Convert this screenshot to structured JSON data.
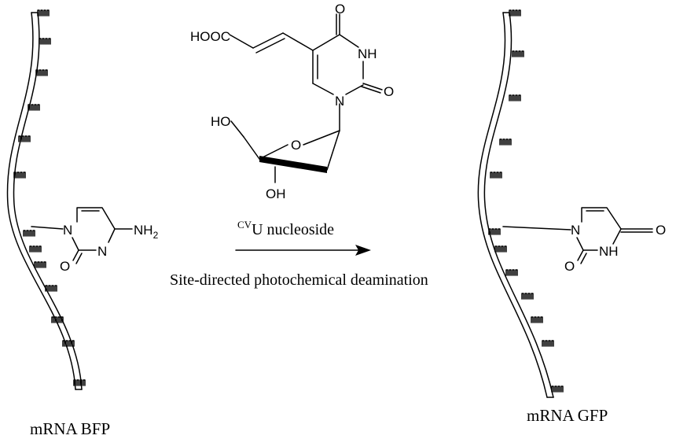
{
  "left_strand": {
    "label": "mRNA BFP"
  },
  "right_strand": {
    "label": "mRNA GFP"
  },
  "cytosine": {
    "amine_prefix": "NH",
    "amine_subscript": "2",
    "oxo": "O",
    "ring_n1": "N",
    "ring_n3": "N"
  },
  "uridine": {
    "o2": "O",
    "o4": "O",
    "nh": "NH",
    "n1": "N"
  },
  "reagent": {
    "acid": "HOOC",
    "o4": "O",
    "o2": "O",
    "nh": "NH",
    "n1": "N",
    "ring_o": "O",
    "ho5": "HO",
    "oh3": "OH"
  },
  "arrow": {
    "reagent_sup": "CV",
    "reagent_name": "U nucleoside",
    "condition": "Site-directed photochemical deamination"
  }
}
